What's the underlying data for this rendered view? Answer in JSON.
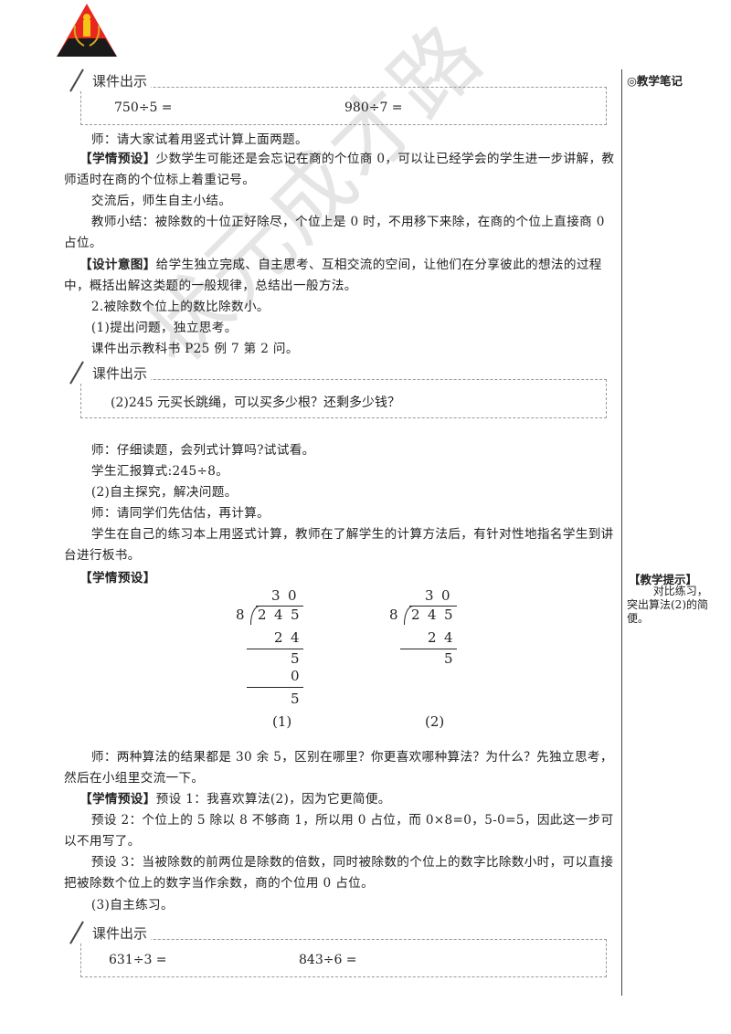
{
  "watermark": "状元成才路",
  "margin": {
    "notes_heading": "◎教学笔记",
    "tip_title": "【教学提示】",
    "tip_body": "对比练习，突出算法(2)的简便。"
  },
  "boxes": [
    {
      "label": "课件出示",
      "items": [
        "750÷5 =",
        "980÷7 ="
      ]
    },
    {
      "label": "课件出示",
      "items": [
        "(2)245 元买长跳绳，可以买多少根？还剩多少钱？"
      ]
    },
    {
      "label": "课件出示",
      "items": [
        "631÷3 =",
        "843÷6 ="
      ]
    }
  ],
  "paragraphs": [
    {
      "tag": "",
      "text": "师：请大家试着用竖式计算上面两题。"
    },
    {
      "tag": "【学情预设】",
      "text": "少数学生可能还是会忘记在商的个位商 0，可以让已经学会的学生进一步讲解，教师适时在商的个位标上着重记号。"
    },
    {
      "tag": "",
      "text": "交流后，师生自主小结。"
    },
    {
      "tag": "",
      "text": "教师小结：被除数的十位正好除尽，个位上是 0 时，不用移下来除，在商的个位上直接商 0 占位。"
    },
    {
      "tag": "【设计意图】",
      "text": "给学生独立完成、自主思考、互相交流的空间，让他们在分享彼此的想法的过程中，概括出解这类题的一般规律，总结出一般方法。"
    },
    {
      "tag": "",
      "text": "2.被除数个位上的数比除数小。"
    },
    {
      "tag": "",
      "text": "(1)提出问题，独立思考。"
    },
    {
      "tag": "",
      "text": "课件出示教科书 P25 例 7 第 2 问。"
    },
    {
      "tag": "",
      "text": "师：仔细读题，会列式计算吗?试试看。"
    },
    {
      "tag": "",
      "text": "学生汇报算式:245÷8。"
    },
    {
      "tag": "",
      "text": "(2)自主探究，解决问题。"
    },
    {
      "tag": "",
      "text": "师：请同学们先估估，再计算。"
    },
    {
      "tag": "",
      "text": "学生在自己的练习本上用竖式计算，教师在了解学生的计算方法后，有针对性地指名学生到讲台进行板书。"
    },
    {
      "tag": "【学情预设】",
      "text": ""
    },
    {
      "tag": "",
      "text": "师：两种算法的结果都是 30 余 5，区别在哪里？你更喜欢哪种算法？为什么？先独立思考，然后在小组里交流一下。"
    },
    {
      "tag": "【学情预设】",
      "text": "预设 1：我喜欢算法(2)，因为它更简便。"
    },
    {
      "tag": "",
      "text": "预设 2：个位上的 5 除以 8 不够商 1，所以用 0 占位，而 0×8=0，5-0=5，因此这一步可以不用写了。"
    },
    {
      "tag": "",
      "text": "预设 3：当被除数的前两位是除数的倍数，同时被除数的个位上的数字比除数小时，可以直接把被除数个位上的数字当作余数，商的个位用 0 占位。"
    },
    {
      "tag": "",
      "text": "(3)自主练习。"
    }
  ],
  "divisions": [
    {
      "label": "(1)",
      "divisor": "8",
      "dividend": [
        "2",
        "4",
        "5"
      ],
      "quotient": [
        "3",
        "0"
      ],
      "step1": [
        "2",
        "4"
      ],
      "rem1": "5",
      "step2": "0",
      "rem2": "5"
    },
    {
      "label": "(2)",
      "divisor": "8",
      "dividend": [
        "2",
        "4",
        "5"
      ],
      "quotient": [
        "3",
        "0"
      ],
      "step1": [
        "2",
        "4"
      ],
      "rem1": "5"
    }
  ]
}
